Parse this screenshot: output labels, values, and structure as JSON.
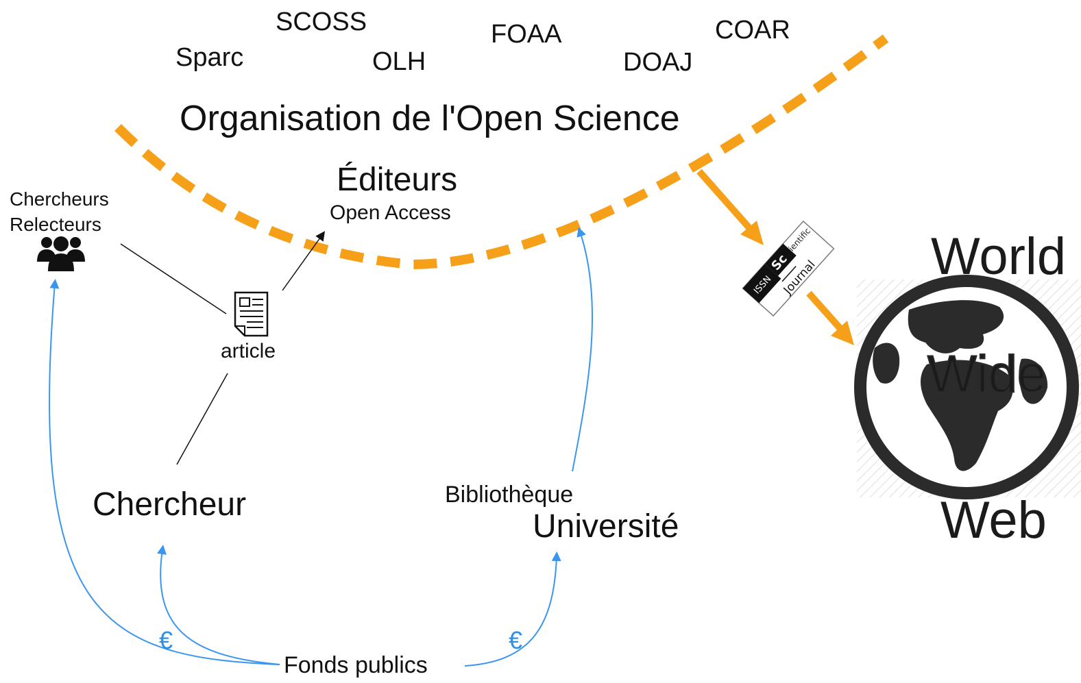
{
  "organizations": [
    "Sparc",
    "SCOSS",
    "OLH",
    "FOAA",
    "DOAJ",
    "COAR"
  ],
  "title": "Organisation de l'Open Science",
  "editeurs": {
    "title": "Éditeurs",
    "subtitle": "Open Access"
  },
  "reviewers": {
    "line1": "Chercheurs",
    "line2": "Relecteurs"
  },
  "article": "article",
  "chercheur": "Chercheur",
  "bibliotheque": "Bibliothèque",
  "universite": "Université",
  "fonds": "Fonds publics",
  "euro": "€",
  "journal": {
    "brand_big": "Sc",
    "brand_small": "ientific",
    "issn": "ISSN",
    "name": "Journal"
  },
  "www": {
    "line1": "World",
    "line2": "Wide",
    "line3": "Web"
  },
  "colors": {
    "orange": "#f6a01a",
    "blue": "#3a95ef",
    "dark": "#2b2b2b"
  },
  "icons": [
    "group-icon",
    "newspaper-icon",
    "journal-badge-icon",
    "globe-icon"
  ]
}
